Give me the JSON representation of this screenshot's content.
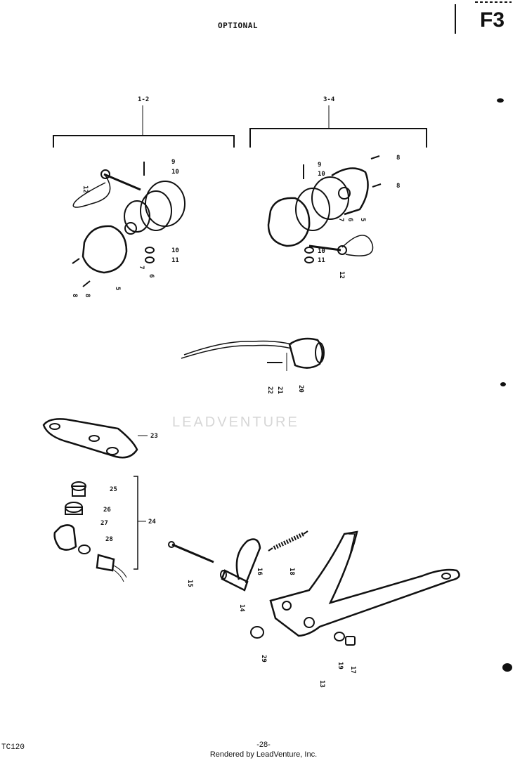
{
  "header": {
    "title": "OPTIONAL",
    "page_code": "F3"
  },
  "groups": {
    "left": "1-2",
    "right": "3-4"
  },
  "callouts": {
    "l_9": "9",
    "l_10a": "10",
    "l_12": "12",
    "l_10b": "10",
    "l_11": "11",
    "l_5": "5",
    "l_6": "6",
    "l_7": "7",
    "l_8a": "8",
    "l_8b": "8",
    "r_8a": "8",
    "r_8b": "8",
    "r_9": "9",
    "r_10a": "10",
    "r_7": "7",
    "r_6": "6",
    "r_5": "5",
    "r_10b": "10",
    "r_11": "11",
    "r_12": "12",
    "c_22": "22",
    "c_21": "21",
    "c_20": "20",
    "c_23": "23",
    "c_25": "25",
    "c_26": "26",
    "c_27": "27",
    "c_28": "28",
    "c_24": "24",
    "c_15": "15",
    "c_16": "16",
    "c_18": "18",
    "c_14": "14",
    "c_29": "29",
    "c_13": "13",
    "c_19": "19",
    "c_17": "17"
  },
  "watermark": "LEADVENTURE",
  "footer": {
    "model": "TC120",
    "page_number": "-28-",
    "credit": "Rendered by LeadVenture, Inc."
  }
}
